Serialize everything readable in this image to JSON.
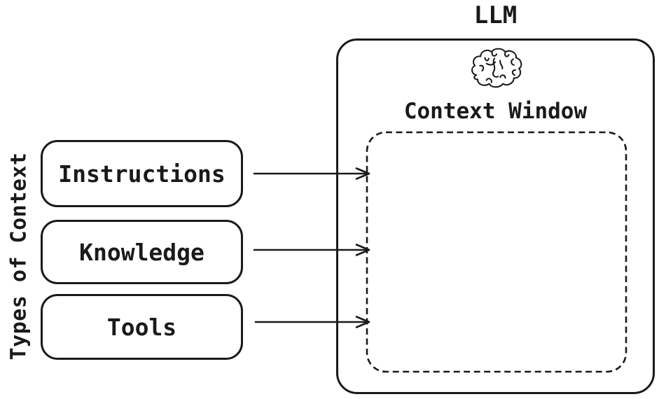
{
  "diagram": {
    "left": {
      "group_label": "Types of Context",
      "boxes": [
        {
          "label": "Instructions"
        },
        {
          "label": "Knowledge"
        },
        {
          "label": "Tools"
        }
      ]
    },
    "llm": {
      "title": "LLM",
      "icon": "brain-icon",
      "context_window_label": "Context Window"
    },
    "connections": [
      {
        "from": "Instructions",
        "to": "Context Window"
      },
      {
        "from": "Knowledge",
        "to": "Context Window"
      },
      {
        "from": "Tools",
        "to": "Context Window"
      }
    ],
    "colors": {
      "ink": "#1a1a1a",
      "background": "#ffffff"
    }
  }
}
